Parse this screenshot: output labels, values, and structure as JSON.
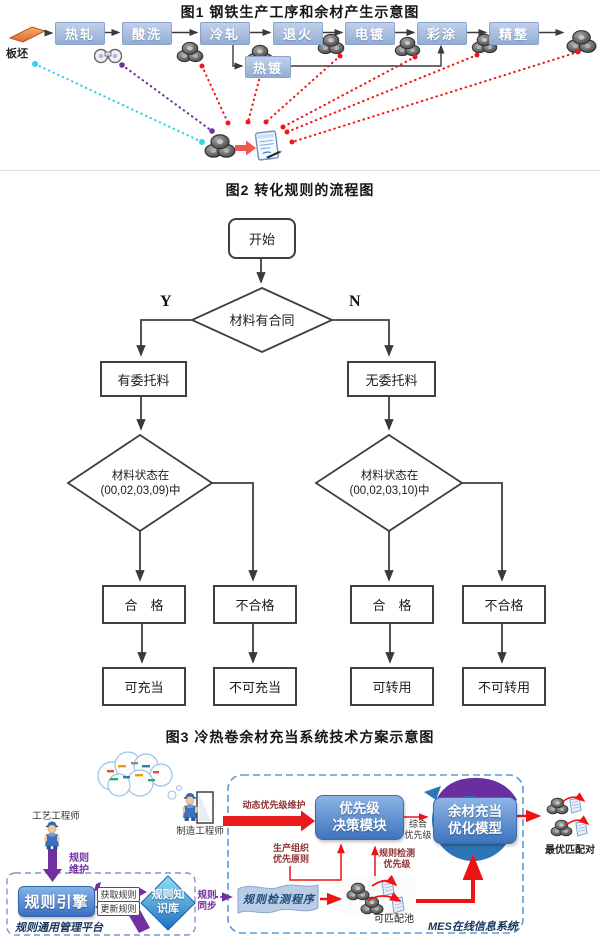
{
  "fig1": {
    "title": "图1 钢铁生产工序和余材产生示意图",
    "slab_label": "板坯",
    "steps": [
      "热轧",
      "酸洗",
      "冷轧",
      "退火",
      "电镀",
      "彩涂",
      "精整"
    ],
    "hot_dip": "热镀"
  },
  "fig2": {
    "title": "图2 转化规则的流程图",
    "start": "开始",
    "decision_contract": "材料有合同",
    "yes": "Y",
    "no": "N",
    "has_entrust": "有委托料",
    "no_entrust": "无委托料",
    "state_line1": "材料状态在",
    "state_left_line2": "(00,02,03,09)中",
    "state_right_line2": "(00,02,03,10)中",
    "qualified": "合　格",
    "unqualified": "不合格",
    "can_substitute": "可充当",
    "cannot_substitute": "不可充当",
    "can_divert": "可转用",
    "cannot_divert": "不可转用"
  },
  "fig3": {
    "title": "图3  冷热卷余材充当系统技术方案示意图",
    "process_engineer": "工艺工程师",
    "manufacture_engineer": "制造工程师",
    "rule_maintain_l1": "规则",
    "rule_maintain_l2": "维护",
    "rule_engine": "规则引擎",
    "get_rule": "获取规则",
    "update_rule": "更新规则",
    "rule_kb_l1": "规则知",
    "rule_kb_l2": "识库",
    "rule_platform": "规则通用管理平台",
    "rule_sync_l1": "规则",
    "rule_sync_l2": "同步",
    "dynamic_priority": "动态优先级维护",
    "priority_module_l1": "优先级",
    "priority_module_l2": "决策模块",
    "composite_l1": "综合",
    "composite_l2": "优先级",
    "optimize_model_l1": "余材充当",
    "optimize_model_l2": "优化模型",
    "production_org_l1": "生产组织",
    "production_org_l2": "优先原则",
    "rule_check_priority_l1": "规则检测",
    "rule_check_priority_l2": "优先级",
    "rule_check_program": "规则检测程序",
    "match_pool": "可匹配池",
    "mes_label": "MES在线信息系统",
    "best_match": "最优匹配对"
  },
  "icons": {
    "coil-icon": "steel coil stack (gray)",
    "slab-icon": "orange steel slab parallelogram",
    "binoculars-icon": "inspection rolls icon",
    "document-icon": "transformation rule document with pen",
    "worker-icon": "engineer cartoon figure",
    "cloud-icon": "thought cloud with schedule items",
    "swirl-icon": "blue-purple cycle swirl behind optimization model"
  },
  "colors": {
    "process_box": "#a9bfe0",
    "module_blue": "#4a7fc5",
    "red_arrow": "#ee1414",
    "purple": "#7030a0",
    "dashed_border": "#5b9bd5",
    "cyan_dots": "#35d3e8",
    "kb_diamond": "#2aa0d8"
  }
}
